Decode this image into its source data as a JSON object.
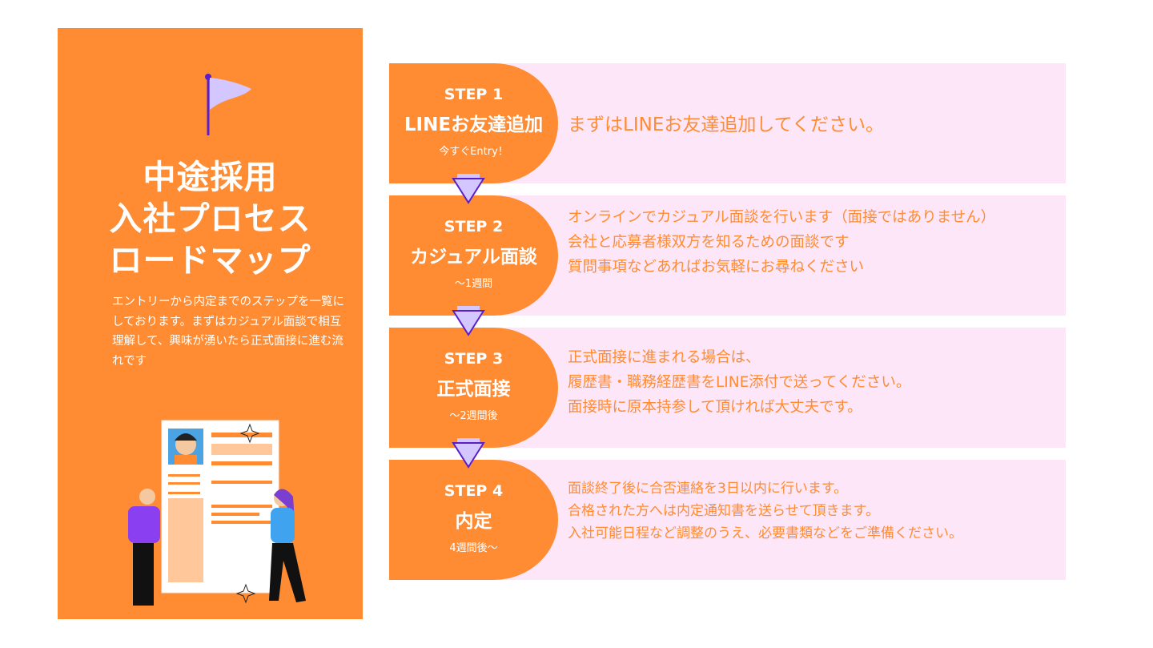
{
  "left_panel": {
    "title_lines": [
      "中途採用",
      "入社プロセス",
      "ロードマップ"
    ],
    "description": "エントリーから内定までのステップを一覧にしております。まずはカジュアル面談で相互理解して、興味が湧いたら正式面接に進む流れです"
  },
  "colors": {
    "orange": "#FF8C33",
    "pink": "#FDE6F8",
    "lavender": "#D4C6FF",
    "purple": "#5A1FC9"
  },
  "steps": [
    {
      "step": "STEP 1",
      "name": "LINEお友達追加",
      "sub": "今すぐEntry！",
      "lines": [
        "まずはLINEお友達追加してください。"
      ]
    },
    {
      "step": "STEP 2",
      "name": "カジュアル面談",
      "sub": "～1週間",
      "lines": [
        "オンラインでカジュアル面談を行います（面接ではありません）",
        "会社と応募者様双方を知るための面談です",
        "質問事項などあればお気軽にお尋ねください"
      ]
    },
    {
      "step": "STEP 3",
      "name": "正式面接",
      "sub": "～2週間後",
      "lines": [
        "正式面接に進まれる場合は、",
        "履歴書・職務経歴書をLINE添付で送ってください。",
        "面接時に原本持参して頂ければ大丈夫です。"
      ]
    },
    {
      "step": "STEP 4",
      "name": "内定",
      "sub": "4週間後～",
      "lines": [
        "面談終了後に合否連絡を3日以内に行います。",
        "合格された方へは内定通知書を送らせて頂きます。",
        "入社可能日程など調整のうえ、必要書類などをご準備ください。"
      ]
    }
  ]
}
